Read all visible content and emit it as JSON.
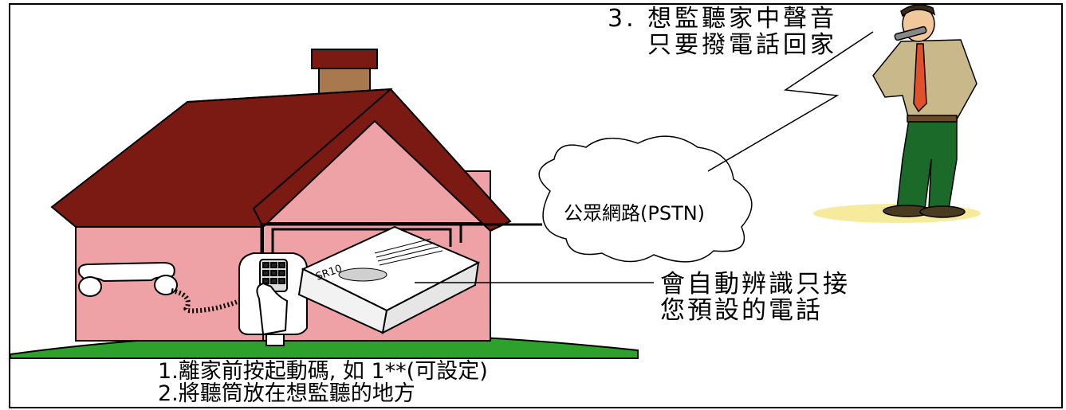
{
  "labels": {
    "step3_line1": "3. 想監聽家中聲音",
    "step3_line2": "只要撥電話回家",
    "network": "公眾網路(PSTN)",
    "auto_line1": "會自動辨識只接",
    "auto_line2": "您預設的電話",
    "step1": "1.離家前按起動碼, 如 1**(可設定)",
    "step2": "2.將聽筒放在想監聽的地方",
    "device_model": "SR10"
  },
  "colors": {
    "roof": "#7a1a12",
    "wall": "#eea2a6",
    "chimney": "#a8784e",
    "grass": "#2ea02c",
    "pants": "#1c6a2a",
    "shirt": "#c9b98a",
    "tie": "#e0502a",
    "shadow": "#f6eb9c"
  }
}
